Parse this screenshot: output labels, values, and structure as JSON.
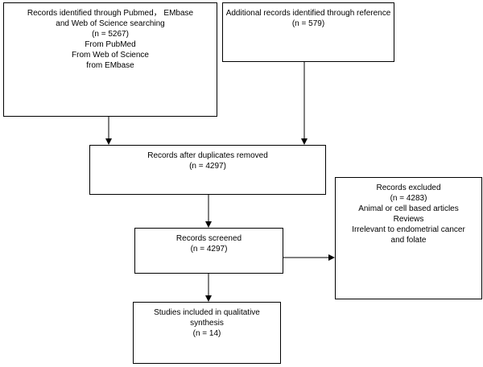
{
  "boxes": {
    "search": {
      "lines": [
        "Records identified through Pubmed， EMbase",
        "and Web of Science searching",
        "(n = 5267)",
        "From PubMed",
        "From Web of Science",
        "from EMbase"
      ]
    },
    "reference": {
      "lines": [
        "Additional records identified through reference",
        "(n = 579)"
      ]
    },
    "dedup": {
      "lines": [
        "Records after duplicates removed",
        "(n = 4297)"
      ]
    },
    "excluded": {
      "lines": [
        "Records excluded",
        "(n = 4283)",
        "Animal or cell based articles",
        "Reviews",
        "Irrelevant to endometrial cancer",
        "and folate"
      ]
    },
    "screened": {
      "lines": [
        "Records screened",
        "(n = 4297)"
      ]
    },
    "included": {
      "lines": [
        "Studies included in qualitative",
        "synthesis",
        "(n = 14)"
      ]
    }
  },
  "colors": {
    "stroke": "#000000",
    "background": "#ffffff"
  }
}
